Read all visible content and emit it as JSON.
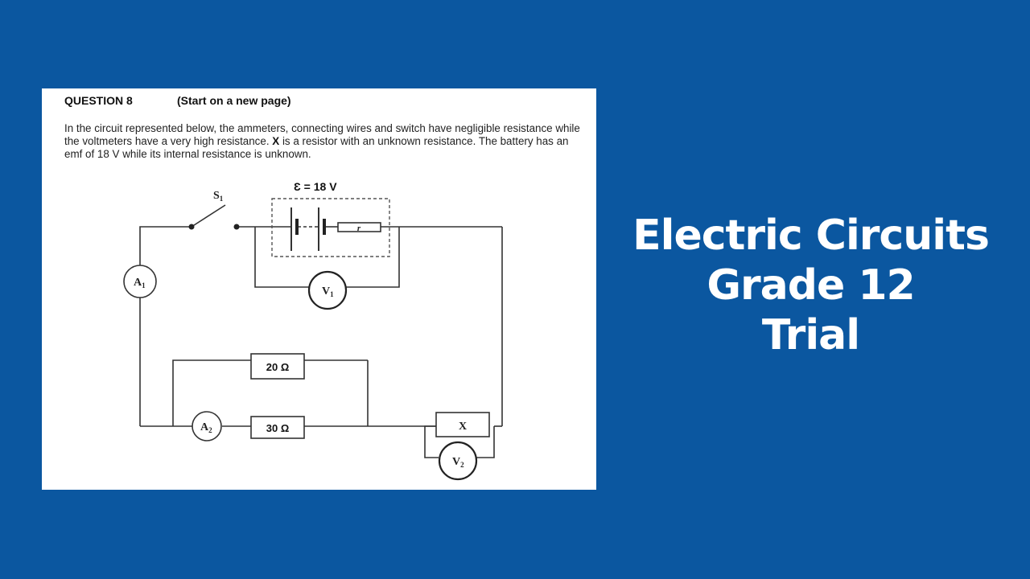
{
  "background_color": "#0b57a0",
  "question": {
    "number_label": "QUESTION 8",
    "instruction": "(Start on a new page)",
    "text_part1": "In the circuit represented below, the ammeters, connecting wires and switch have negligible resistance while the voltmeters have a very high resistance.  ",
    "text_bold": "X",
    "text_part2": " is a resistor with an unknown resistance.  The battery has an emf of 18 V while its internal resistance is unknown."
  },
  "circuit": {
    "emf_label": "Ɛ = 18 V",
    "switch_label": "S",
    "switch_sub": "1",
    "internal_resistor_label": "r",
    "ammeter1": {
      "letter": "A",
      "sub": "1"
    },
    "ammeter2": {
      "letter": "A",
      "sub": "2"
    },
    "voltmeter1": {
      "letter": "V",
      "sub": "1"
    },
    "voltmeter2": {
      "letter": "V",
      "sub": "2"
    },
    "resistor_20": "20 Ω",
    "resistor_30": "30 Ω",
    "resistor_x": "X"
  },
  "title": {
    "line1": "Electric Circuits",
    "line2": "Grade 12",
    "line3": "Trial"
  }
}
